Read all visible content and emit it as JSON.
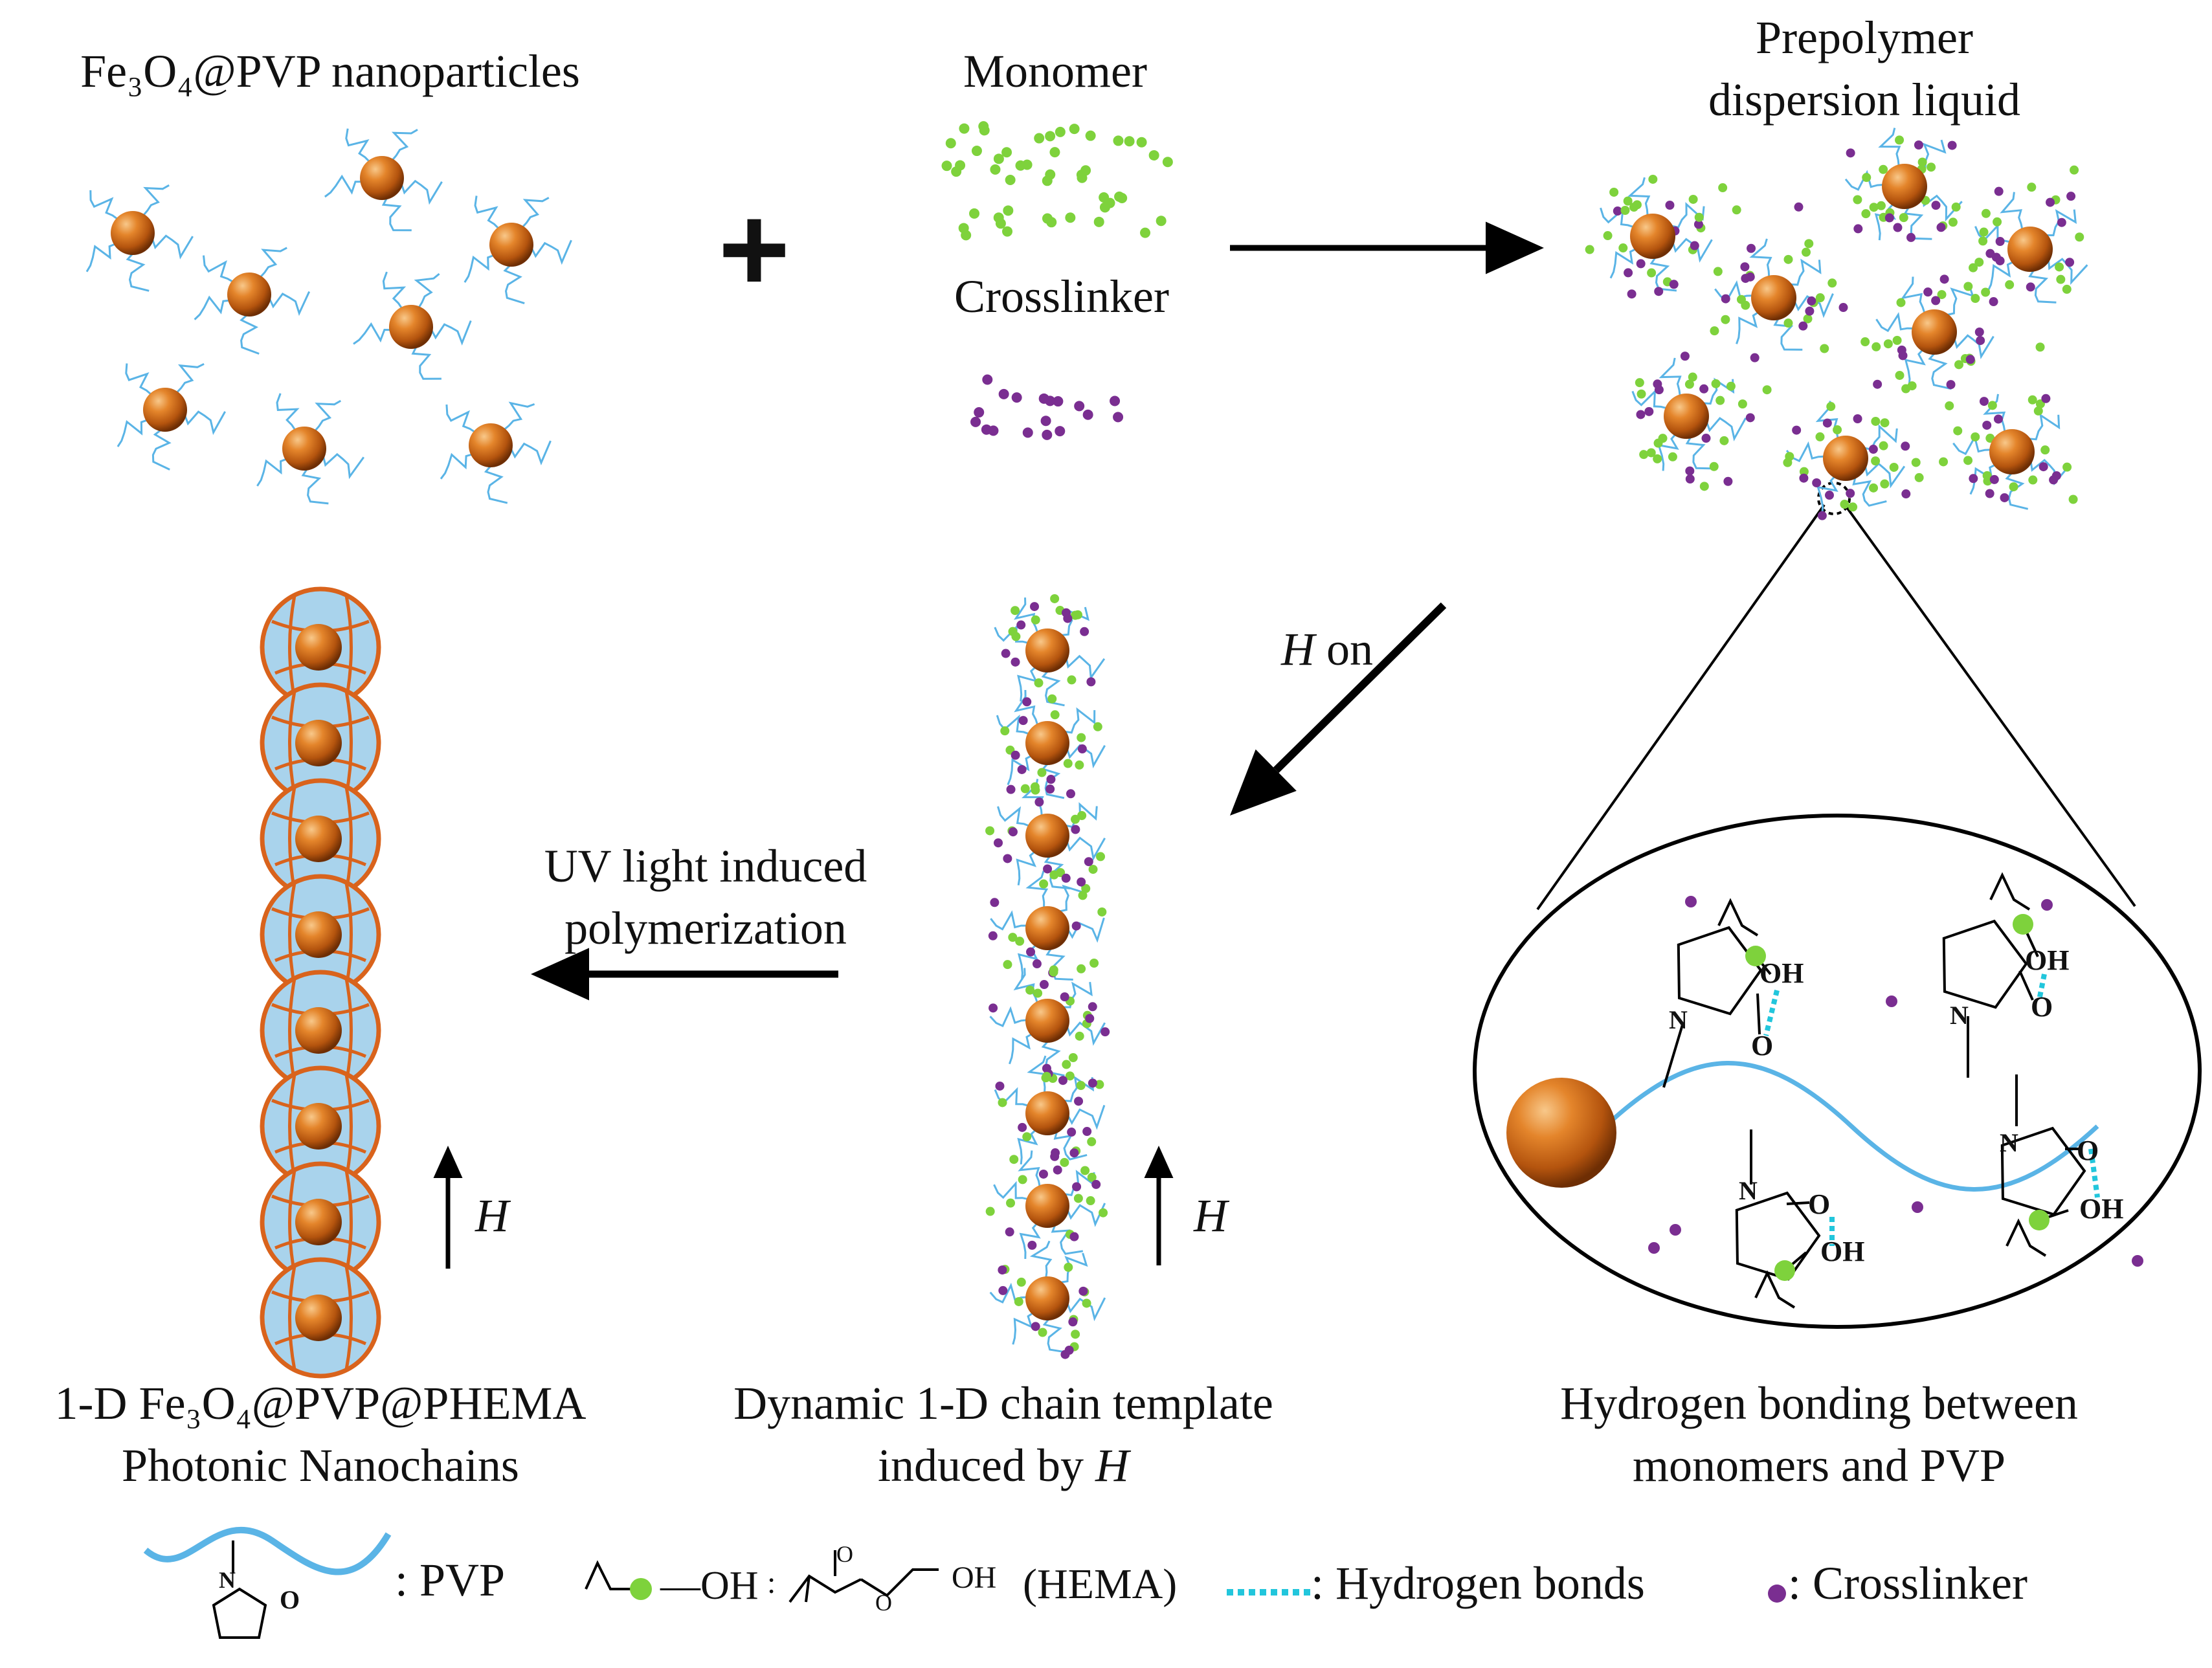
{
  "labels": {
    "nanoparticles": "Fe₃O₄@PVP nanoparticles",
    "plus": "+",
    "monomer": "Monomer",
    "crosslinker": "Crosslinker",
    "prepolymer_line1": "Prepolymer",
    "prepolymer_line2": "dispersion liquid",
    "h_on_italic": "H",
    "h_on_rest": " on",
    "uv_line1": "UV light induced",
    "uv_line2": "polymerization",
    "field_h": "H",
    "nanochains_line1": "1-D Fe₃O₄@PVP@PHEMA",
    "nanochains_line2": "Photonic Nanochains",
    "template_line1": "Dynamic 1-D chain template",
    "template_line2_pre": "induced by ",
    "template_line2_italic": "H",
    "hbond_line1": "Hydrogen bonding between",
    "hbond_line2": "monomers and PVP"
  },
  "chem": {
    "oh": "OH",
    "o": "O",
    "n": "N"
  },
  "legend": {
    "pvp": ": PVP",
    "oh": "—OH",
    "colon": ":",
    "hema": "(HEMA)",
    "hbonds": ": Hydrogen bonds",
    "crosslinker": ": Crosslinker"
  },
  "colors": {
    "particle": "#c8650f",
    "pvp_chain": "#5ab4e6",
    "monomer": "#7ed23c",
    "crosslinker": "#7a2e91",
    "hydrogen_bond": "#22c6dc",
    "shell_fill": "#a9d3ec",
    "shell_stroke": "#d9631c"
  },
  "icons": [
    "plus-sign",
    "arrow-right",
    "arrow-down-left",
    "arrow-left",
    "arrow-up-field",
    "magnifier-circle"
  ]
}
